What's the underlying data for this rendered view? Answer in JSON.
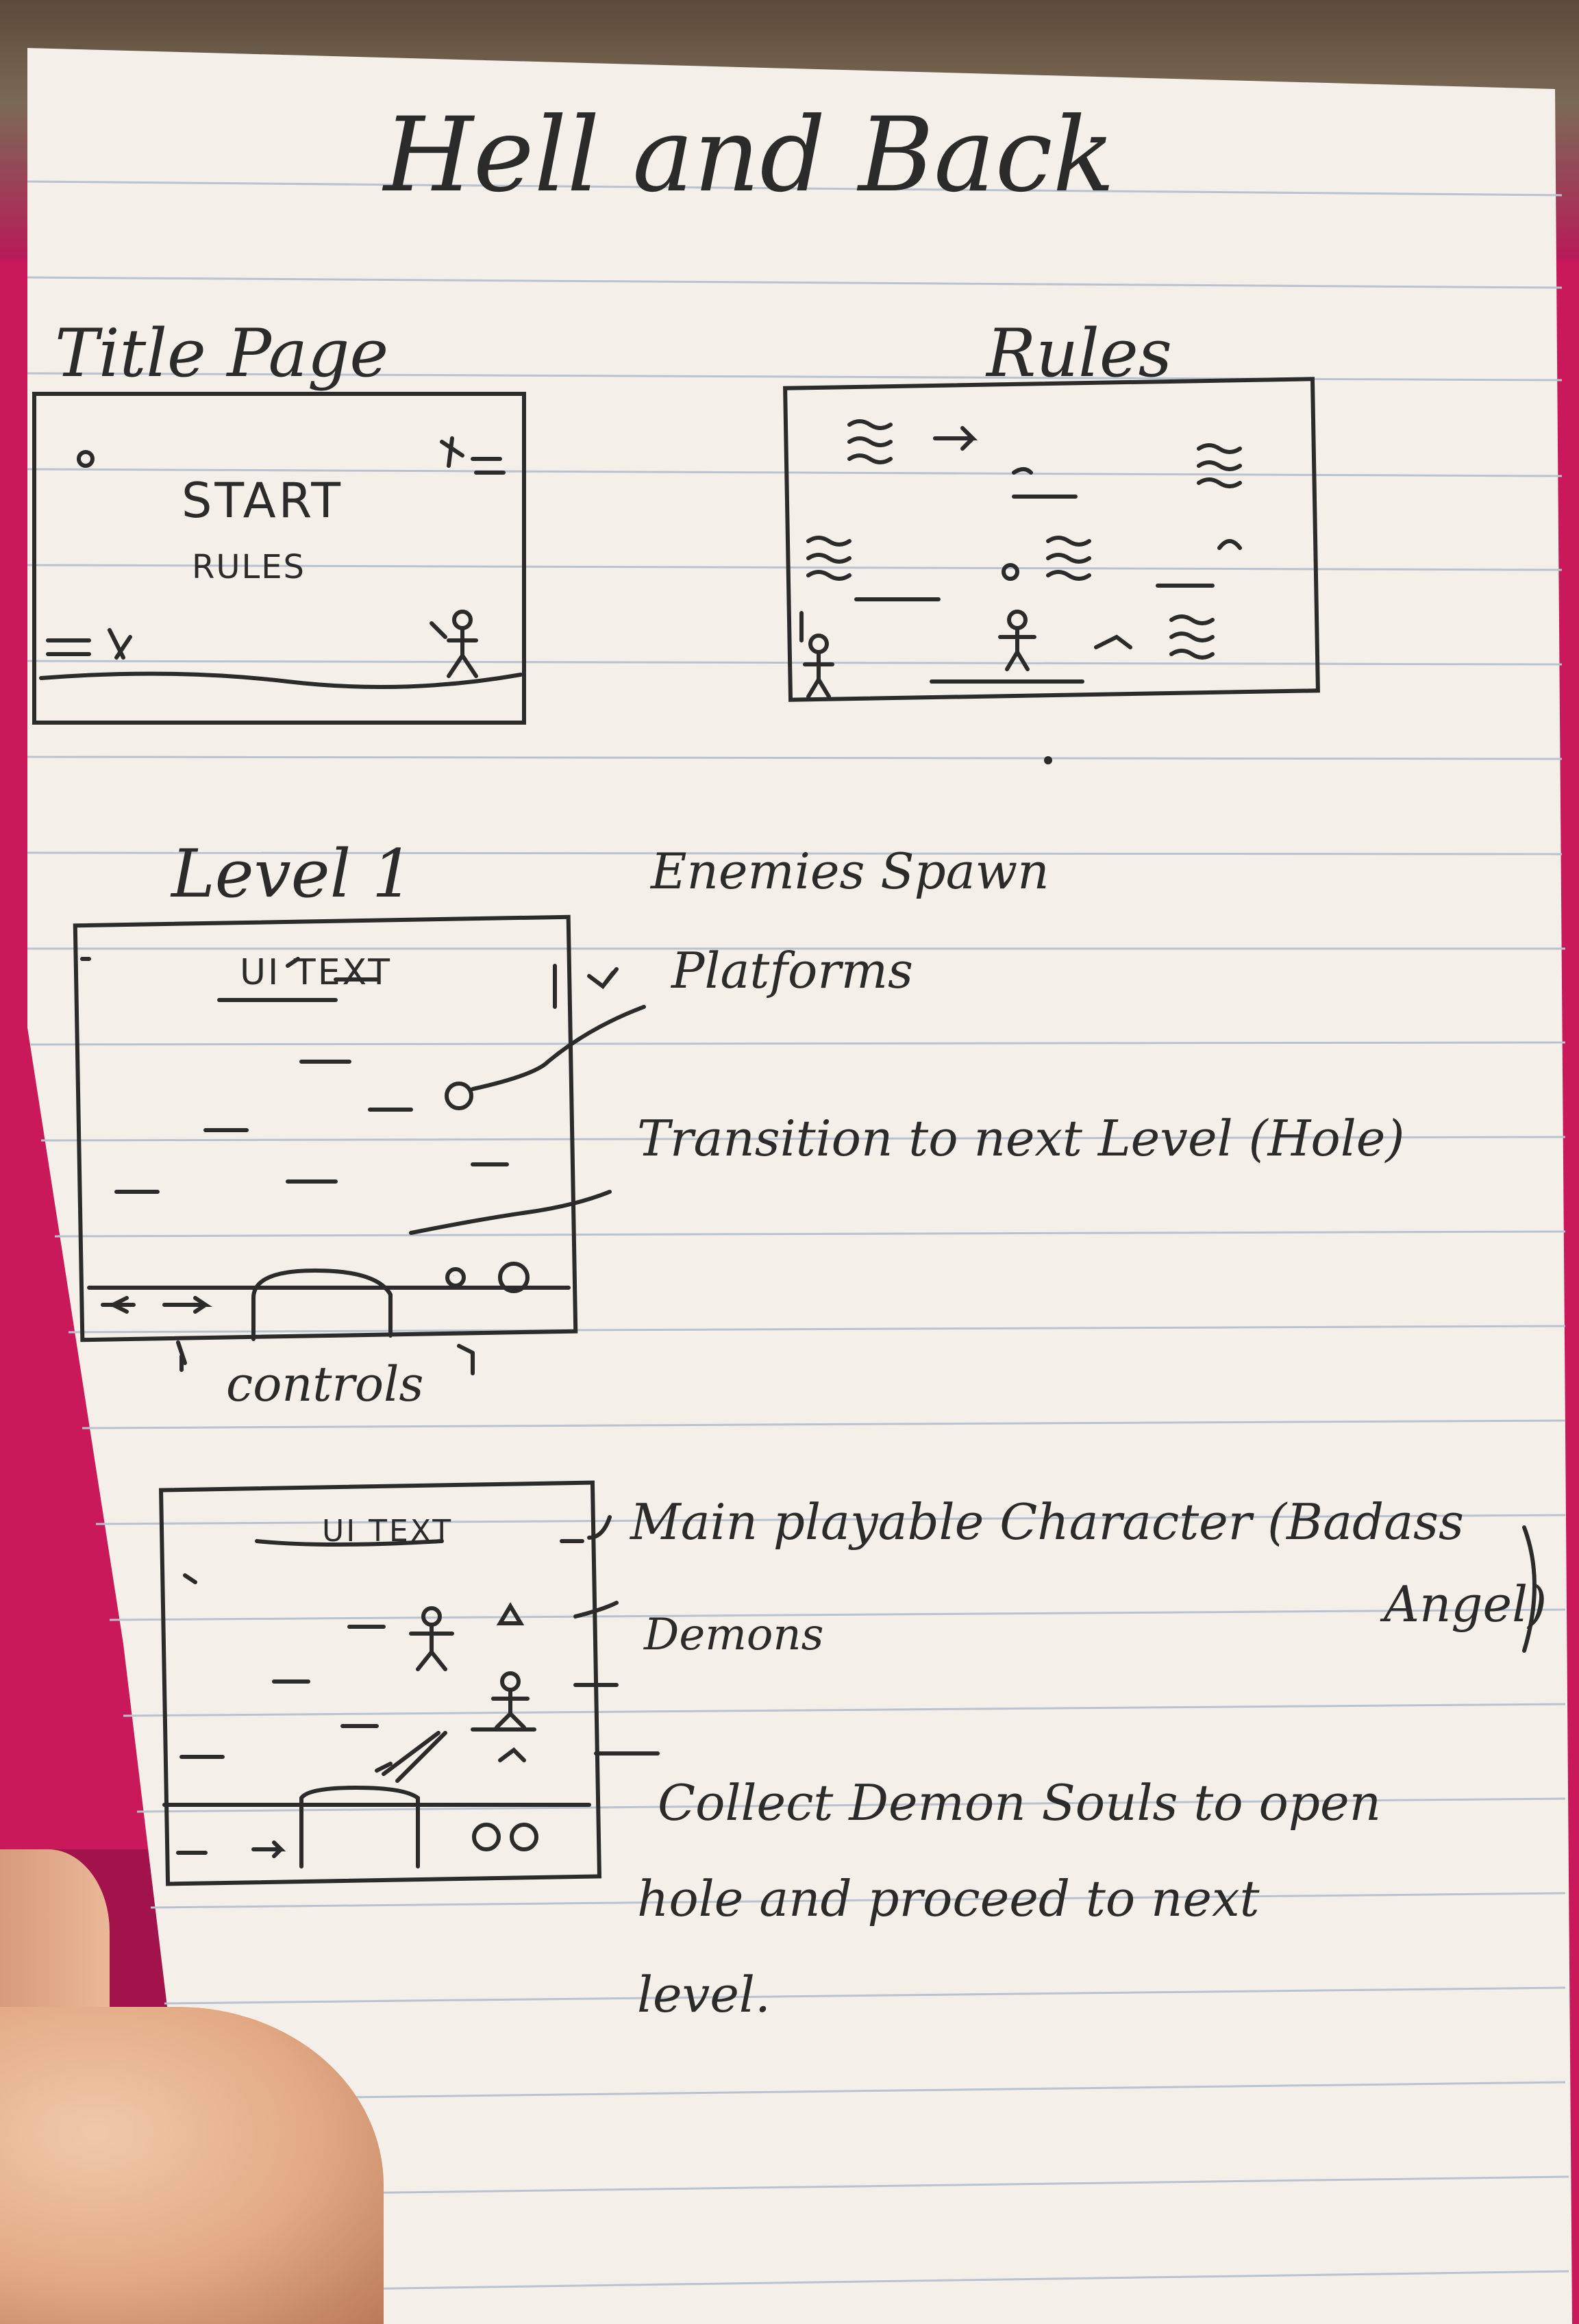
{
  "title": "Hell and Back",
  "title_page": {
    "label": "Title Page",
    "start": "START",
    "rules": "RULES"
  },
  "rules_page": {
    "label": "Rules"
  },
  "level1": {
    "label": "Level 1",
    "ui_text": "UI TEXT"
  },
  "level_screen2": {
    "ui_text": "UI TEXT"
  },
  "notes": {
    "enemies": "Enemies Spawn",
    "platforms": "Platforms",
    "transition": "Transition to next Level (Hole)",
    "controls": "controls",
    "main_char": "Main playable Character (Badass",
    "angel": "Angel)",
    "demons": "Demons",
    "collect_1": "Collect Demon Souls to open",
    "collect_2": "hole and proceed to next",
    "collect_3": "level."
  },
  "colors": {
    "paper": "#f4efe9",
    "ink": "#2b2b2b",
    "ruled_line": "#b9c2cf",
    "background": "#c9195a"
  }
}
